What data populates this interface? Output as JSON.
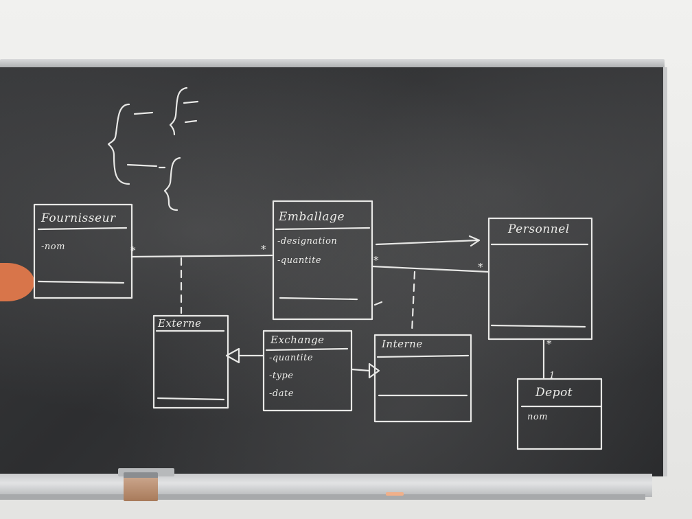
{
  "classes": {
    "fournisseur": {
      "name": "Fournisseur",
      "attributes": [
        "-nom"
      ]
    },
    "emballage": {
      "name": "Emballage",
      "attributes": [
        "-designation",
        "-quantite"
      ]
    },
    "personnel": {
      "name": "Personnel",
      "attributes": []
    },
    "externe": {
      "name": "Externe",
      "attributes": []
    },
    "exchange": {
      "name": "Exchange",
      "attributes": [
        "-quantite",
        "-type",
        "-date"
      ]
    },
    "interne": {
      "name": "Interne",
      "attributes": []
    },
    "depot": {
      "name": "Depot",
      "attributes": [
        "nom"
      ]
    }
  },
  "multiplicities": {
    "fournisseur_emballage_left": "*",
    "fournisseur_emballage_right": "*",
    "emballage_personnel_left": "*",
    "emballage_personnel_right": "*",
    "personnel_depot_top": "*",
    "personnel_depot_bottom": "1"
  },
  "colors": {
    "chalk": "#e8e8e6",
    "board": "#2f3032",
    "frame": "#c9cacb"
  }
}
